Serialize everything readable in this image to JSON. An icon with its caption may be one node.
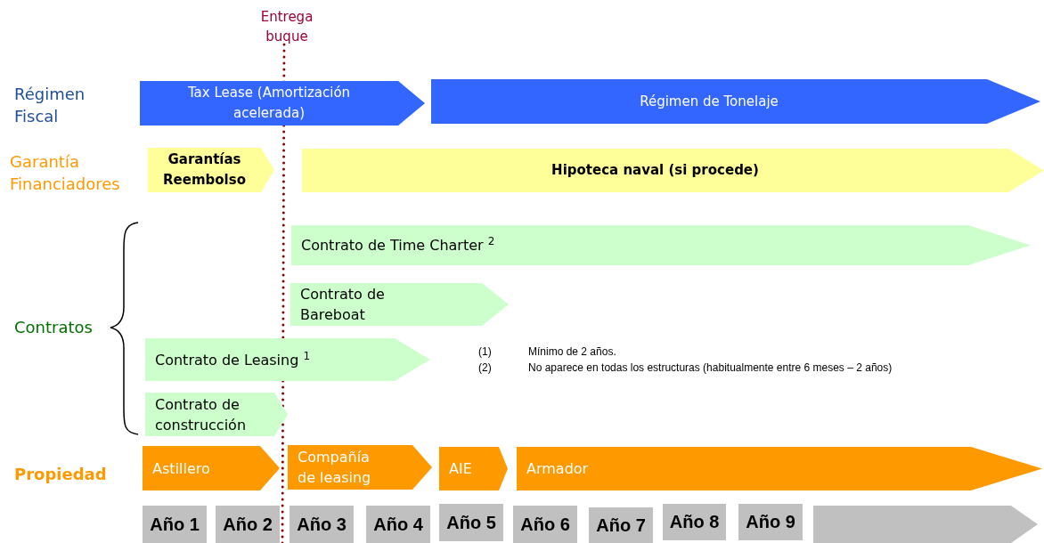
{
  "diagram": {
    "nodes": [
      {
        "text": [
          "Tax Lease (Amortización acelerada)"
        ]
      },
      {
        "text": [
          "Régimen de Tonelaje"
        ]
      },
      {
        "text": [
          "Garantías Reembolso"
        ]
      },
      {
        "text": [
          "Hipoteca naval (si procede)"
        ]
      },
      {
        "text": [
          "Contrato de Time Charter $^{2}$"
        ]
      },
      {
        "text": [
          "Contrato de Bareboat"
        ]
      },
      {
        "text": [
          "Contrato de Leasing $^{1}$"
        ]
      },
      {
        "text": [
          "Contrato de construcción"
        ]
      },
      {
        "text": [
          "Astillero"
        ]
      },
      {
        "text": [
          "Compañía de leasing"
        ]
      },
      {
        "text": [
          "AIE"
        ]
      },
      {
        "text": [
          "Armador"
        ]
      },
      {
        "text": [
          "Año 1"
        ]
      },
      {
        "text": [
          "Año 2"
        ]
      },
      {
        "text": [
          "Año 3"
        ]
      },
      {
        "text": [
          "Año 4"
        ]
      },
      {
        "text": [
          "Año 5"
        ]
      },
      {
        "text": [
          "Año 6"
        ]
      },
      {
        "text": [
          "Año 7"
        ]
      },
      {
        "text": [
          "Año 8"
        ]
      },
      {
        "text": [
          "Año 9"
        ]
      },
      {
        "text": [],
        "shape": "arrow"
      }
    ],
    "edges": [],
    "labels": [
      "Entrega buque",
      "Régimen Fiscal",
      "Garantía Financiadores",
      "Contratos",
      "Propiedad",
      "(1)",
      "Mínimo de 2 años.",
      "(2)",
      "No aparece en todas los estructuras (habitualmente entre 6 meses – 2 años)"
    ]
  }
}
